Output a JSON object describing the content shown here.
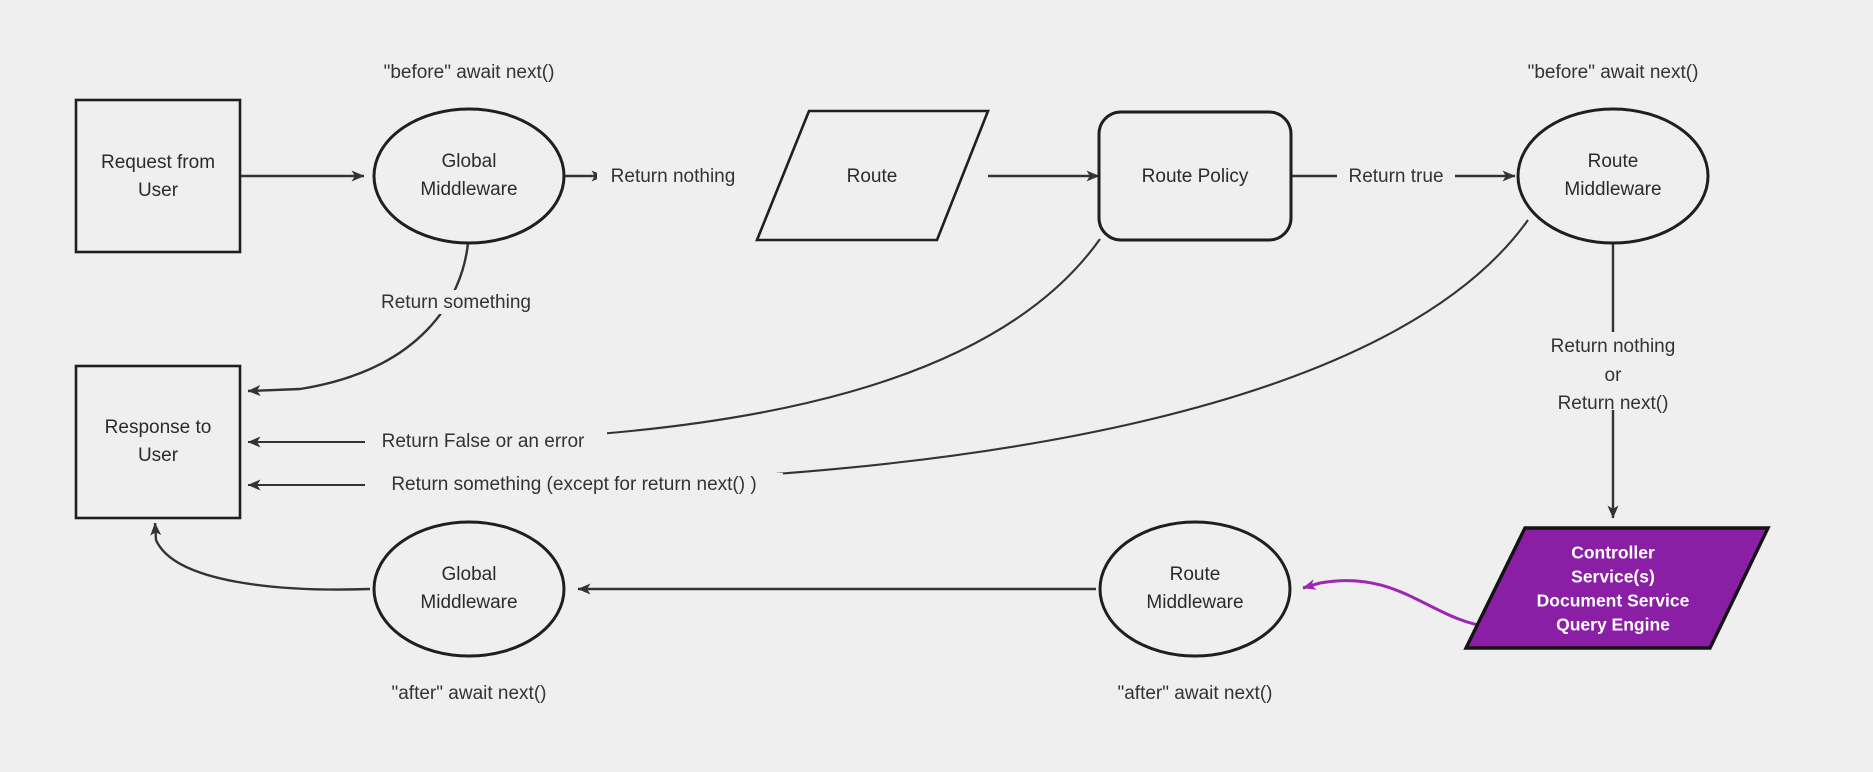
{
  "diagram": {
    "title": "Middleware request lifecycle flowchart",
    "background_color": "#efefef",
    "stroke_color": "#333333",
    "accent_color": "#8A1FA5",
    "accent_arrow_color": "#9C27B0",
    "nodes": [
      {
        "id": "request-from-user",
        "shape": "rectangle",
        "line1": "Request from",
        "line2": "User"
      },
      {
        "id": "global-middleware-top",
        "shape": "ellipse",
        "line1": "Global",
        "line2": "Middleware"
      },
      {
        "id": "route",
        "shape": "parallelogram",
        "line1": "Route",
        "line2": ""
      },
      {
        "id": "route-policy",
        "shape": "rounded-rectangle",
        "line1": "Route Policy",
        "line2": ""
      },
      {
        "id": "route-middleware-top",
        "shape": "ellipse",
        "line1": "Route",
        "line2": "Middleware"
      },
      {
        "id": "response-to-user",
        "shape": "rectangle",
        "line1": "Response to",
        "line2": "User"
      },
      {
        "id": "global-middleware-bottom",
        "shape": "ellipse",
        "line1": "Global",
        "line2": "Middleware"
      },
      {
        "id": "route-middleware-bottom",
        "shape": "ellipse",
        "line1": "Route",
        "line2": "Middleware"
      },
      {
        "id": "controller-services",
        "shape": "parallelogram-filled",
        "lines": [
          "Controller",
          "Service(s)",
          "Document Service",
          "Query Engine"
        ]
      }
    ],
    "annotations": [
      {
        "id": "before-await-next-global",
        "text": "\"before\" await next()"
      },
      {
        "id": "before-await-next-route",
        "text": "\"before\" await next()"
      },
      {
        "id": "after-await-next-global",
        "text": "\"after\" await next()"
      },
      {
        "id": "after-await-next-route",
        "text": "\"after\" await next()"
      }
    ],
    "edge_labels": [
      {
        "id": "return-nothing",
        "text": "Return nothing"
      },
      {
        "id": "return-true",
        "text": "Return true"
      },
      {
        "id": "return-something",
        "text": "Return something"
      },
      {
        "id": "return-false-or-error",
        "text": "Return False or an error"
      },
      {
        "id": "return-something-except-next",
        "text": "Return something (except for return next() )"
      },
      {
        "id": "return-nothing-or-next-1",
        "text": "Return nothing"
      },
      {
        "id": "return-nothing-or-next-2",
        "text": "or"
      },
      {
        "id": "return-nothing-or-next-3",
        "text": "Return next()"
      }
    ]
  }
}
